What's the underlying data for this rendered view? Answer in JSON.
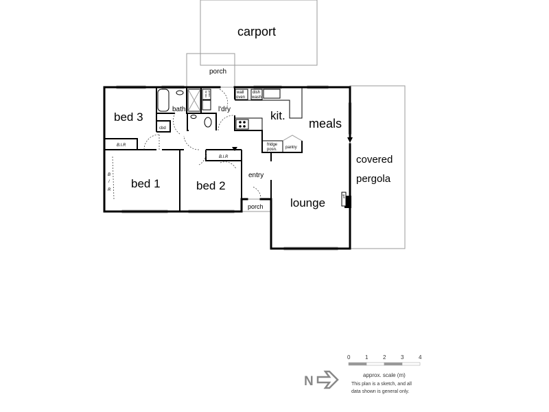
{
  "rooms": {
    "carport": "carport",
    "porch_rear": "porch",
    "bed3": "bed 3",
    "bath": "bath",
    "laundry": "l'dry",
    "kitchen": "kit.",
    "meals": "meals",
    "bed1": "bed 1",
    "bed2": "bed 2",
    "entry": "entry",
    "porch_front": "porch",
    "lounge": "lounge",
    "covered": "covered",
    "pergola": "pergola"
  },
  "fixtures": {
    "cbd": "cbd",
    "bir_bed3": "B.I.R",
    "bir_bed2": "B.I.R",
    "bir_bed1": [
      "B",
      "/",
      "R"
    ],
    "wall_oven": [
      "wall",
      "oven"
    ],
    "dish_wash": [
      "dish",
      "wash"
    ],
    "wm_posn": [
      "W mc",
      "posn."
    ],
    "fridge_posn": [
      "fridge",
      "posn."
    ],
    "pantry": "pantry",
    "fireplace": "gdf"
  },
  "scale": {
    "ticks": [
      "0",
      "1",
      "2",
      "3",
      "4"
    ],
    "label": "approx. scale (m)",
    "disclaimer_1": "This plan is a sketch, and all",
    "disclaimer_2": "data shown is general only."
  },
  "north": {
    "letter": "N"
  }
}
